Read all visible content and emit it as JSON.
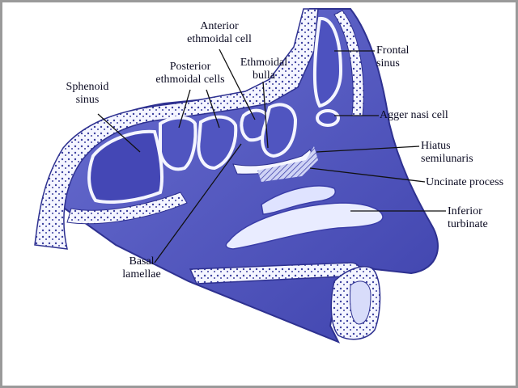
{
  "colors": {
    "background": "#ffffff",
    "frame": "#9a9a9a",
    "tissue": "#5a5ec4",
    "tissue_dark": "#3a3da8",
    "mucosa": "#e9ecff",
    "bone": "#f4f5ff",
    "leader": "#111111"
  },
  "labels": {
    "sphenoid_sinus": [
      "Sphenoid",
      "sinus"
    ],
    "posterior_ethmoidal_cells": [
      "Posterior",
      "ethmoidal cells"
    ],
    "anterior_ethmoidal_cell": [
      "Anterior",
      "ethmoidal cell"
    ],
    "ethmoidal_bulla": [
      "Ethmoidal",
      "bulla"
    ],
    "frontal_sinus": [
      "Frontal",
      "sinus"
    ],
    "agger_nasi_cell": [
      "Agger nasi cell"
    ],
    "hiatus_semilunaris": [
      "Hiatus",
      "semilunaris"
    ],
    "uncinate_process": [
      "Uncinate process"
    ],
    "inferior_turbinate": [
      "Inferior",
      "turbinate"
    ],
    "basal_lamellae": [
      "Basal",
      "lamellae"
    ]
  }
}
